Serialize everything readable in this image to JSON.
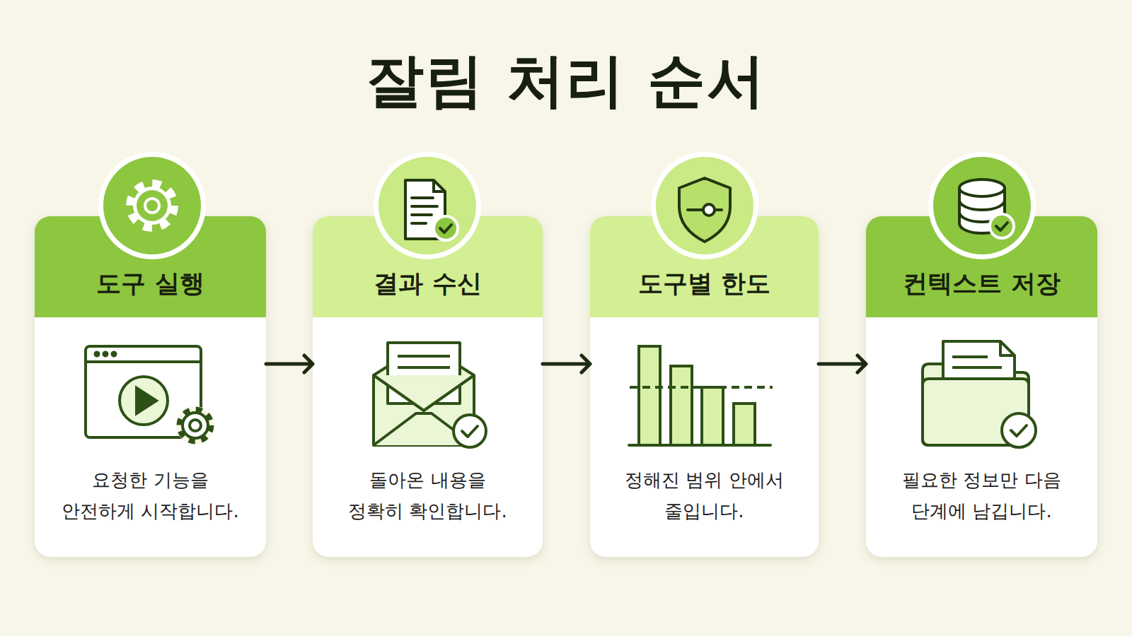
{
  "diagram": {
    "title": "잘림 처리 순서",
    "nodes": [
      {
        "text": [
          "도구 실행",
          "요청한 기능을 안전하게 시작합니다."
        ]
      },
      {
        "text": [
          "결과 수신",
          "돌아온 내용을 정확히 확인합니다."
        ]
      },
      {
        "text": [
          "도구별 한도",
          "정해진 범위 안에서 줄입니다."
        ]
      },
      {
        "text": [
          "컨텍스트 저장",
          "필요한 정보만 다음 단계에 남깁니다."
        ]
      }
    ],
    "edges": [
      {
        "from": 0,
        "to": 1,
        "arrow": "to"
      },
      {
        "from": 1,
        "to": 2,
        "arrow": "to"
      },
      {
        "from": 2,
        "to": 3,
        "arrow": "to"
      }
    ]
  }
}
